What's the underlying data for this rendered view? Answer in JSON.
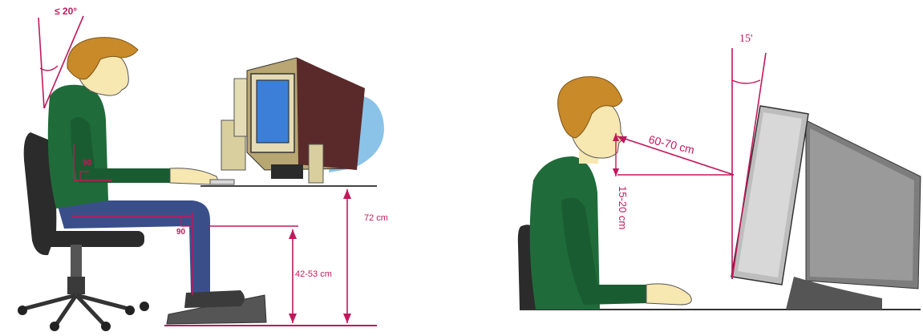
{
  "left_diagram": {
    "labels": {
      "head_tilt": "≤ 20°",
      "elbow_angle": "90",
      "knee_angle": "90",
      "desk_height": "72 cm",
      "seat_height": "42-53 cm"
    }
  },
  "right_diagram": {
    "labels": {
      "screen_tilt": "15'",
      "viewing_distance": "60-70 cm",
      "eye_offset": "15-20 cm"
    }
  },
  "colors": {
    "annotation": "#c2185b",
    "shirt": "#1f6b3a",
    "hair": "#c98a2a",
    "skin": "#f7e7b0",
    "pants": "#3a4f8a",
    "chair": "#2b2b2b",
    "screen": "#3b7fd9"
  }
}
